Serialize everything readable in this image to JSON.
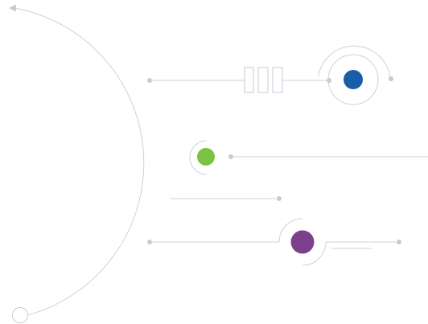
{
  "colors": {
    "line": "#ccd2d9",
    "line_dark": "#c1c8d1",
    "dot": "#c4cbd4",
    "background": "#ffffff"
  },
  "nodes": [
    {
      "name": "blue-node",
      "color": "#1b5ea8"
    },
    {
      "name": "green-node",
      "color": "#7cc243"
    },
    {
      "name": "purple-node",
      "color": "#7b3f8c"
    }
  ],
  "icons": {
    "arrow": "triangle-arrow-icon",
    "ring": "hollow-circle-icon",
    "bars": "three-bar-icon"
  }
}
